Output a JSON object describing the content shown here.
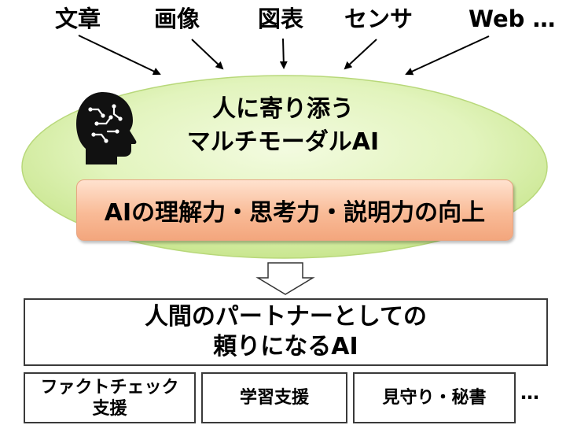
{
  "sources": [
    "文章",
    "画像",
    "図表",
    "センサ",
    "Web …"
  ],
  "ellipse": {
    "title_line1": "人に寄り添う",
    "title_line2": "マルチモーダルAI",
    "icon": "head-with-brain-circuit-icon",
    "fill_color": "#d8efa8"
  },
  "improvement": "AIの理解力・思考力・説明力の向上",
  "partner": {
    "line1": "人間のパートナーとしての",
    "line2": "頼りになるAI"
  },
  "applications": [
    "ファクトチェック\n支援",
    "学習支援",
    "見守り・秘書"
  ],
  "more": "…"
}
